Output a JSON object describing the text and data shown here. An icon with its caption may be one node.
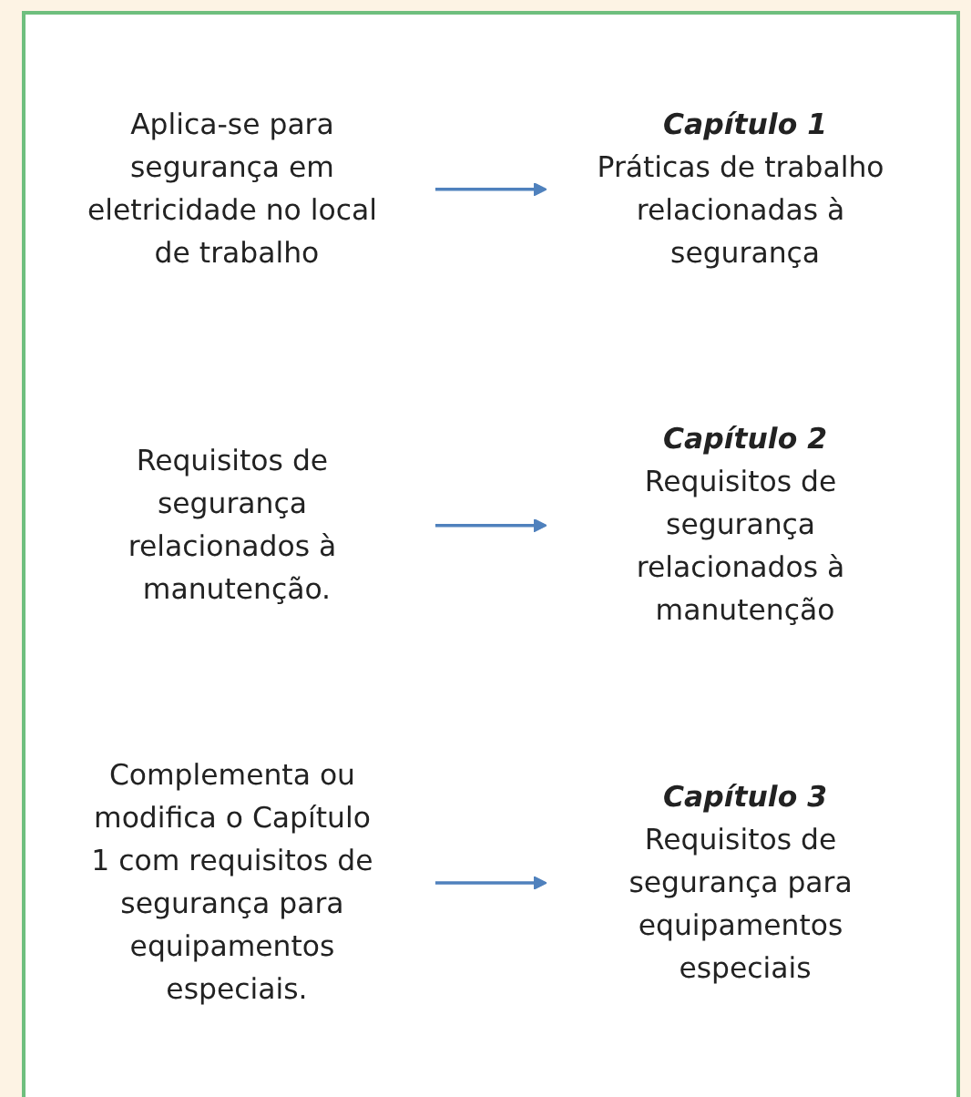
{
  "diagram": {
    "nodes": [
      {
        "text": [
          "Aplica-se para segurança em eletricidade no local de trabalho"
        ]
      },
      {
        "text": [
          "Capítulo 1",
          "Práticas de trabalho relacionadas à segurança"
        ]
      },
      {
        "text": [
          "Requisitos de segurança relacionados à manutenção."
        ]
      },
      {
        "text": [
          "Capítulo 2",
          "Requisitos de segurança relacionados à manutenção"
        ]
      },
      {
        "text": [
          "Complementa ou modifica o Capítulo 1 com requisitos de segurança para equipamentos especiais."
        ]
      },
      {
        "text": [
          "Capítulo 3",
          "Requisitos de segurança para equipamentos especiais"
        ]
      }
    ],
    "edges": [
      {
        "from": 0,
        "to": 1,
        "arrow": "to"
      },
      {
        "from": 2,
        "to": 3,
        "arrow": "to"
      },
      {
        "from": 4,
        "to": 5,
        "arrow": "to"
      }
    ]
  }
}
